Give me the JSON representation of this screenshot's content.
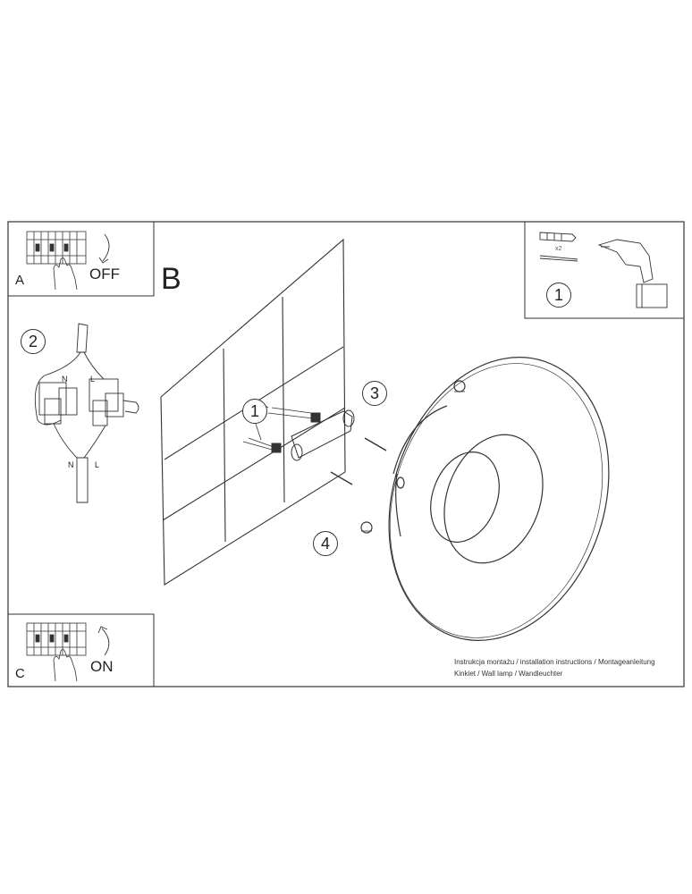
{
  "sections": {
    "a": "A",
    "b": "B",
    "c": "C"
  },
  "switch_labels": {
    "off": "OFF",
    "on": "ON"
  },
  "step_numbers": {
    "tools": "1",
    "wiring": "2",
    "dowels": "1",
    "screws": "3",
    "fixing": "4"
  },
  "quantity": "x2",
  "wire_labels": {
    "neutral": "N",
    "live": "L"
  },
  "captions": {
    "line1": "Instrukcja montażu / installation instructions / Montageanleitung",
    "line2": "Kinkiet / Wall lamp / Wandleuchter"
  },
  "colors": {
    "line": "#333333",
    "background": "#ffffff"
  }
}
